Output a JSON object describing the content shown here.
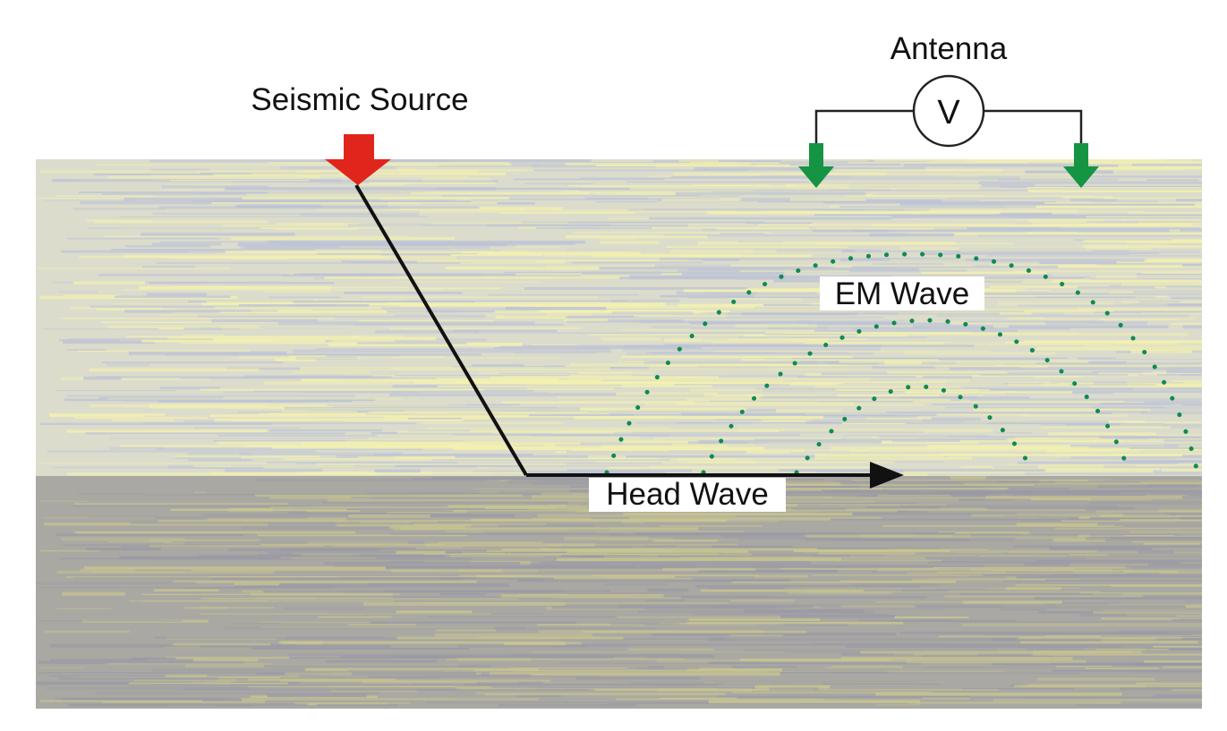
{
  "labels": {
    "seismic_source": "Seismic Source",
    "antenna": "Antenna",
    "voltmeter": "V",
    "em_wave": "EM Wave",
    "head_wave": "Head Wave"
  },
  "colors": {
    "upper_layer_base": "#dcdccc",
    "upper_layer_streak_a": "#f3f1b0",
    "upper_layer_streak_b": "#bcc3d6",
    "lower_layer_base": "#aaa8a2",
    "lower_layer_streak_a": "#c9c690",
    "lower_layer_streak_b": "#9a9aa6",
    "source_arrow": "#e0261c",
    "electrode_arrow": "#159443",
    "em_wave_dots": "#0f8a50",
    "ray_line": "#111111"
  },
  "icons": {
    "source": "red-down-arrow-icon",
    "electrodes": "green-down-arrow-icon",
    "meter": "voltmeter-icon"
  }
}
